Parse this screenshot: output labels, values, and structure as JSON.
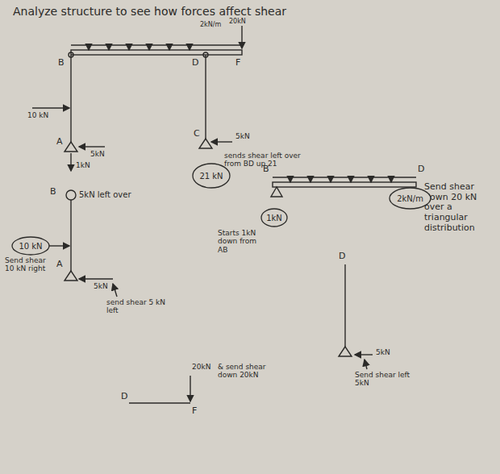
{
  "diagram": {
    "title": "Analyze structure to see how forces affect shear",
    "nodes": [
      {
        "text": [
          "21 kN"
        ]
      },
      {
        "text": [
          "2kN/m"
        ]
      },
      {
        "text": [
          "1kN"
        ]
      },
      {
        "text": [
          "10 kN"
        ]
      }
    ],
    "labels": [
      "B",
      "D",
      "2kN/m",
      "20kN",
      "F",
      "10 kN",
      "A",
      "5kN",
      "1kN",
      "C",
      "5kN",
      "sends shear left over from BD up 21",
      "B",
      "5kN left over",
      "Send shear 10 kN right",
      "A",
      "5kN",
      "send shear 5 kN left",
      "B",
      "D",
      "Send shear down 20 kN over a triangular distribution",
      "Starts 1kN down from AB",
      "D",
      "5kN",
      "Send shear left 5kN",
      "20kN",
      "& send shear down 20kN",
      "D",
      "F"
    ]
  }
}
